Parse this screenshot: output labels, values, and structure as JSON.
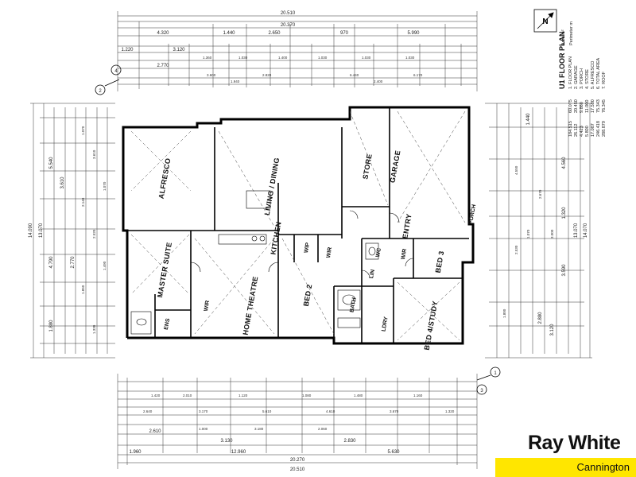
{
  "plan": {
    "title": "U1 FLOOR PLAN",
    "area_header": "Area m²",
    "perimeter_header": "Perimeter m",
    "schedule": [
      {
        "label": "1. FLOOR PLAN",
        "area": "184.515",
        "perimeter": "60.075"
      },
      {
        "label": "2. GARAGE",
        "area": "26.112",
        "perimeter": "20.450"
      },
      {
        "label": "3. PORCH",
        "area": "4.423",
        "perimeter": "9.860"
      },
      {
        "label": "4. STORE",
        "area": "5.800",
        "perimeter": "11.000"
      },
      {
        "label": "5. ALFRESCO",
        "area": "17.087",
        "perimeter": "17.500"
      },
      {
        "label": "6. TOTAL AREA",
        "area": "246.418",
        "perimeter": "75.343"
      },
      {
        "label": "7. ROOF",
        "area": "288.879",
        "perimeter": "76.345"
      }
    ]
  },
  "rooms": {
    "alfresco": "ALFRESCO",
    "living": "LIVING / DINING",
    "store": "STORE",
    "garage": "GARAGE",
    "kitchen": "KITCHEN",
    "master": "MASTER SUITE",
    "wir_master": "WIR",
    "ens": "ENS",
    "theatre": "HOME THEATRE",
    "bed2": "BED 2",
    "bath": "BATH",
    "wc": "WC",
    "laundry": "LDRY",
    "bed3": "BED 3",
    "bed4": "BED 4/STUDY",
    "entry": "ENTRY",
    "porch": "PORCH",
    "wip": "WIP",
    "wir2": "WIR",
    "wir3": "WIR",
    "lin": "LIN"
  },
  "dimensions": {
    "top_overall": "20.510",
    "top_sub": "20.370",
    "top_a": "4.320",
    "top_b": "1.440",
    "top_c": "2.650",
    "top_d": "970",
    "top_e": "5.990",
    "top_f": "1.220",
    "top_g": "3.120",
    "top_h": "2.770",
    "bottom_overall": "20.510",
    "bottom_sub": "20.270",
    "bottom_a": "12.960",
    "bottom_b": "5.630",
    "bottom_c": "1.960",
    "bottom_d": "2.610",
    "bottom_e": "3.130",
    "bottom_f": "2.830",
    "left_overall": "14.090",
    "left_sub": "13.070",
    "left_a": "5.540",
    "left_b": "4.790",
    "left_c": "1.880",
    "left_d": "3.610",
    "left_e": "2.770",
    "right_overall": "14.070",
    "right_sub": "13.070",
    "right_a": "4.560",
    "right_b": "1.320",
    "right_c": "3.590",
    "right_d": "3.120",
    "right_e": "2.880",
    "right_f": "1.440"
  },
  "markers": {
    "m1": "1",
    "m2": "2",
    "m3": "3",
    "m4": "4"
  },
  "brand": {
    "name": "Ray White",
    "office": "Cannington",
    "bar_color": "#ffe600"
  }
}
